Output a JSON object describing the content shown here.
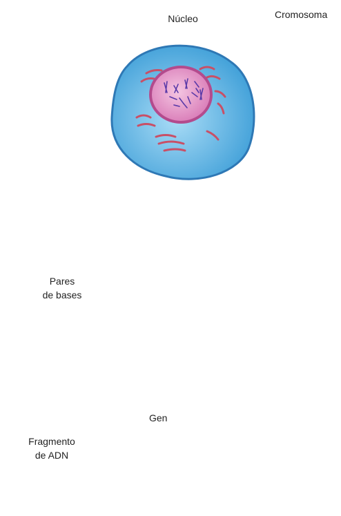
{
  "labels": {
    "nucleus": "Núcleo",
    "chromosome": "Cromosoma",
    "base_pairs_line1": "Pares",
    "base_pairs_line2": "de bases",
    "gene": "Gen",
    "dna_fragment_line1": "Fragmento",
    "dna_fragment_line2": "de ADN"
  },
  "colors": {
    "cytoplasm": "#58b4e6",
    "cell_membrane": "#2e78b5",
    "nucleus": "#e79ccc",
    "nucleus_rim": "#b34b8d",
    "organelles": "#c94f66",
    "chromosome": "#8b8fcf",
    "dna_strand": "#444444",
    "arrow": "#555a9e"
  }
}
